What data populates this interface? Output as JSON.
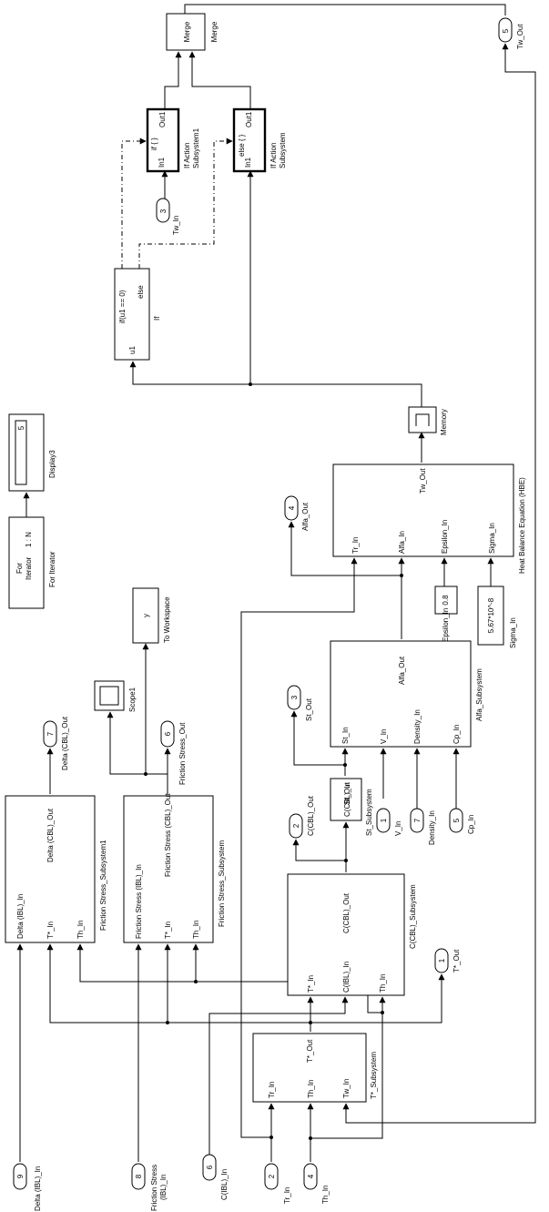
{
  "blocks": {
    "for_iterator": {
      "line1": "For",
      "line2": "Iterator",
      "range": "1 : N",
      "name": "For Iterator"
    },
    "display3": {
      "value": "5",
      "name": "Display3"
    },
    "merge": {
      "label": "Merge",
      "name": "Merge"
    },
    "if_action1": {
      "port_in": "In1",
      "cond": "if { }",
      "port_out": "Out1",
      "name1": "If Action",
      "name2": "Subsystem1"
    },
    "if_action": {
      "port_in": "In1",
      "cond": "else { }",
      "port_out": "Out1",
      "name1": "If Action",
      "name2": "Subsystem"
    },
    "if_block": {
      "cond": "if(u1 == 0)",
      "else": "else",
      "port": "u1",
      "name": "If"
    },
    "memory": {
      "name": "Memory"
    },
    "hbe": {
      "out": "Tw_Out",
      "in1": "Tr_In",
      "in2": "Alfa_In",
      "in3": "Epsilon_In",
      "in4": "Sigma_In",
      "name": "Heat Balance Equation (HBE)"
    },
    "epsilon_const": {
      "value": "0.8",
      "name": "Epsilon_In"
    },
    "sigma_const": {
      "value": "5.67*10^-8",
      "name": "Sigma_In"
    },
    "to_workspace": {
      "value": "y",
      "name": "To Workspace"
    },
    "scope1": {
      "name": "Scope1"
    },
    "alfa_subsystem": {
      "out": "Alfa_Out",
      "in1": "St_In",
      "in2": "V_In",
      "in3": "Density_In",
      "in4": "Cp_In",
      "name": "Alfa_Subsystem"
    },
    "st_subsystem": {
      "in": "C(CBL)_In",
      "out": "St_Out",
      "name": "St_Subsystem"
    },
    "ccbl_subsystem": {
      "in1": "T*_In",
      "in2": "C(IBL)_In",
      "in3": "Th_In",
      "out": "C(CBL)_Out",
      "name": "C(CBL)_Subsystem"
    },
    "tstar_subsystem": {
      "in1": "Tr_In",
      "in2": "Th_In",
      "in3": "Tw_In",
      "out": "T*_Out",
      "name": "T*_Subsystem"
    },
    "fs_subsystem1": {
      "in1": "Delta (IBL)_In",
      "in2": "T*_In",
      "in3": "Th_In",
      "out": "Delta (CBL)_Out",
      "name": "Friction Stress_Subsystem1"
    },
    "fs_subsystem": {
      "in1": "Friction Stress  (IBL)_In",
      "in2": "T*_In",
      "in3": "Th_In",
      "out": "Friction Stress (CBL)_Out",
      "name": "Friction Stress_Subsystem"
    }
  },
  "ports": {
    "out5": {
      "num": "5",
      "name": "Tw_Out"
    },
    "in3": {
      "num": "3",
      "name": "Tw_In"
    },
    "out4": {
      "num": "4",
      "name": "Alfa_Out"
    },
    "out3": {
      "num": "3",
      "name": "St_Out"
    },
    "out2": {
      "num": "2",
      "name": "C(CBL)_Out"
    },
    "out1": {
      "num": "1",
      "name": "T*_Out"
    },
    "out7": {
      "num": "7",
      "name": "Delta (CBL)_Out"
    },
    "out6": {
      "num": "6",
      "name": "Friction Stress_Out"
    },
    "in1": {
      "num": "1",
      "name": "V_In"
    },
    "in7": {
      "num": "7",
      "name": "Density_In"
    },
    "in5": {
      "num": "5",
      "name": "Cp_In"
    },
    "in9": {
      "num": "9",
      "name": "Delta (IBL)_In"
    },
    "in8": {
      "num": "8",
      "name1": "Friction Stress",
      "name2": "(IBL)_In"
    },
    "in6": {
      "num": "6",
      "name": "C(IBL)_In"
    },
    "in2": {
      "num": "2",
      "name": "Tr_In"
    },
    "in4": {
      "num": "4",
      "name": "Th_In"
    }
  }
}
